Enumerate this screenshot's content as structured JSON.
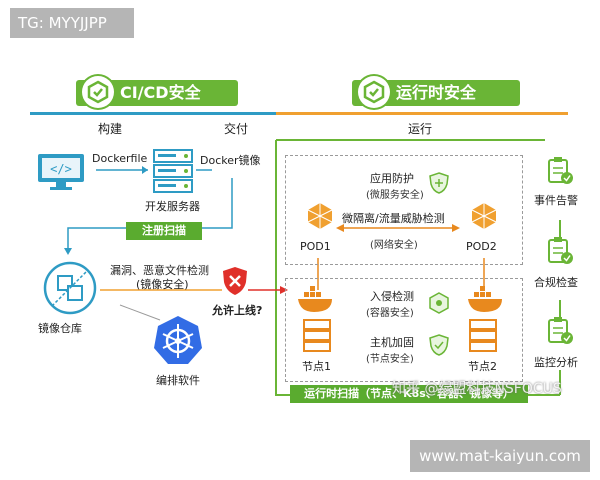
{
  "tag": "TG: MYYJJPP",
  "left_banner": "CI/CD安全",
  "right_banner": "运行时安全",
  "phases": {
    "build": "构建",
    "deliver": "交付",
    "run": "运行"
  },
  "build": {
    "dockerfile": "Dockerfile",
    "docker_image": "Docker镜像",
    "dev_server": "开发服务器",
    "register_scan": "注册扫描",
    "registry": "镜像仓库",
    "vuln_detect_1": "漏洞、恶意文件检测",
    "vuln_detect_2": "(镜像安全)",
    "allow_online": "允许上线?",
    "orchestration": "编排软件"
  },
  "runtime": {
    "app_protect": "应用防护",
    "app_protect_sub": "(微服务安全)",
    "micro_iso": "微隔离/流量威胁检测",
    "micro_iso_sub": "(网络安全)",
    "pod1": "POD1",
    "pod2": "POD2",
    "intrusion": "入侵检测",
    "intrusion_sub": "(容器安全)",
    "host_hard": "主机加固",
    "host_hard_sub": "(节点安全)",
    "node1": "节点1",
    "node2": "节点2",
    "runtime_scan": "运行时扫描（节点、K8s、容器、镜像等）"
  },
  "side": {
    "event_alert": "事件告警",
    "compliance": "合规检查",
    "monitor": "监控分析"
  },
  "overlay_text": "知乎 @绿盟科技NSFOCUS",
  "watermark": "www.mat-kaiyun.com",
  "colors": {
    "green": "#6ab536",
    "orange": "#f0a030",
    "blue": "#2e9bc4",
    "docker": "#e8891e"
  }
}
